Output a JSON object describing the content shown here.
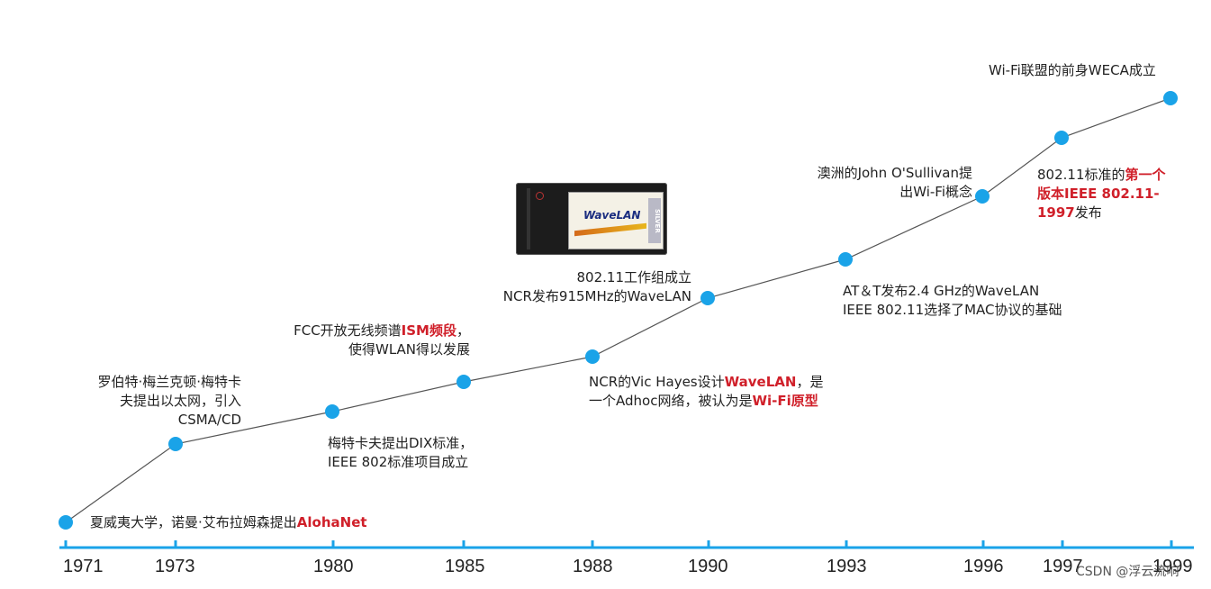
{
  "years": [
    "1971",
    "1973",
    "1980",
    "1985",
    "1988",
    "1990",
    "1993",
    "1996",
    "1997",
    "1999"
  ],
  "events": {
    "e1971": {
      "text": "夏威夷大学，诺曼·艾布拉姆森提出",
      "hl": "AlohaNet"
    },
    "e1973": {
      "line1": "罗伯特·梅兰克顿·梅特卡",
      "line2": "夫提出以太网，引入",
      "line3": "CSMA/CD"
    },
    "e1980": {
      "line1": "梅特卡夫提出DIX标准，",
      "line2": "IEEE 802标准项目成立"
    },
    "e1985": {
      "pre": "FCC开放无线频谱",
      "hl": "ISM频段",
      "post": "，",
      "line2": "使得WLAN得以发展"
    },
    "e1988": {
      "pre": "NCR的Vic  Hayes设计",
      "hl": "WaveLAN",
      "post": "，是",
      "line2_pre": "一个Adhoc网络，被认为是",
      "line2_hl": "Wi-Fi原型"
    },
    "e1990": {
      "line1": "802.11工作组成立",
      "line2": "NCR发布915MHz的WaveLAN"
    },
    "e1993": {
      "line1": "AT＆T发布2.4 GHz的WaveLAN",
      "line2": "IEEE 802.11选择了MAC协议的基础"
    },
    "e1996": {
      "line1": "澳洲的John O'Sullivan提",
      "line2": "出Wi-Fi概念"
    },
    "e1997": {
      "pre": "802.11标准的",
      "hl1": "第一个",
      "hl2": "版本IEEE 802.11-",
      "hl3": "1997",
      "post": "发布"
    },
    "e1999": {
      "text": "Wi-Fi联盟的前身WECA成立"
    }
  },
  "card": {
    "brand": "WaveLAN",
    "side": "SILVER"
  },
  "watermark": "CSDN @浮云流响",
  "colors": {
    "accent": "#1aa3e8",
    "highlight": "#d0202a",
    "line": "#555555",
    "axis": "#1aa3e8"
  }
}
